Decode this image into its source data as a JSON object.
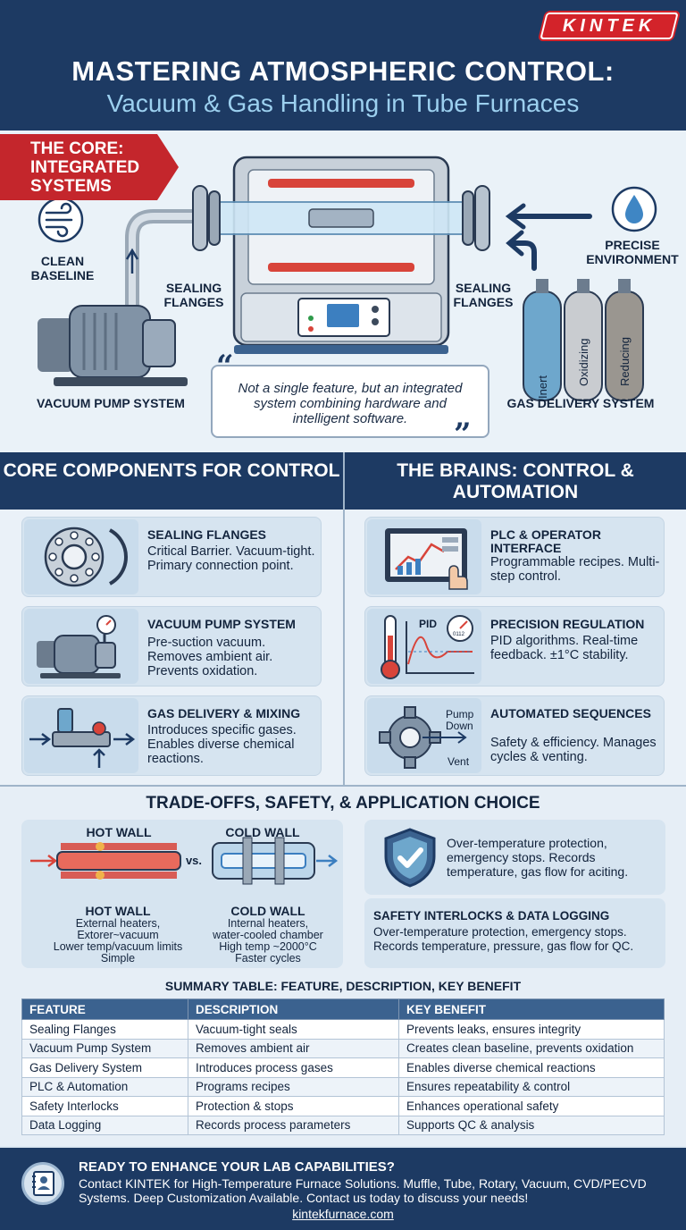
{
  "brand": {
    "logo_text": "KINTEK"
  },
  "header": {
    "title": "MASTERING ATMOSPHERIC CONTROL:",
    "subtitle": "Vacuum & Gas Handling in Tube Furnaces"
  },
  "hero": {
    "banner": "THE CORE: INTEGRATED SYSTEMS",
    "labels": {
      "clean_baseline": "CLEAN BASELINE",
      "precise_environment": "PRECISE ENVIRONMENT",
      "sealing_left": "SEALING FLANGES",
      "sealing_right": "SEALING FLANGES",
      "vacuum_pump": "VACUUM PUMP SYSTEM",
      "gas_delivery": "GAS DELIVERY SYSTEM"
    },
    "cylinders": [
      "Inert",
      "Oxidizing",
      "Reducing"
    ],
    "quote": "Not a single feature, but an integrated system combining hardware and intelligent software."
  },
  "sections": {
    "left_heading": "CORE COMPONENTS FOR CONTROL",
    "right_heading": "THE BRAINS: CONTROL & AUTOMATION"
  },
  "components": [
    {
      "title": "SEALING FLANGES",
      "desc": "Critical Barrier. Vacuum-tight. Primary connection point.",
      "icon": "flange-icon"
    },
    {
      "title": "VACUUM PUMP SYSTEM",
      "desc": "Pre-suction vacuum. Removes ambient air. Prevents oxidation.",
      "icon": "pump-icon"
    },
    {
      "title": "GAS DELIVERY & MIXING",
      "desc": "Introduces specific gases. Enables diverse chemical reactions.",
      "icon": "valve-icon"
    }
  ],
  "brains": [
    {
      "title": "PLC & OPERATOR INTERFACE",
      "desc": "Programmable recipes. Multi-step control.",
      "icon": "touchscreen-icon"
    },
    {
      "title": "PRECISION REGULATION",
      "desc": "PID algorithms. Real-time feedback. ±1°C stability.",
      "icon": "thermometer-icon",
      "icon_text": "PID",
      "gauge_text": "0112"
    },
    {
      "title": "AUTOMATED SEQUENCES",
      "desc": "Safety & efficiency. Manages cycles & venting.",
      "icon": "gear-icon",
      "icon_text_a": "Pump Down",
      "icon_text_b": "Vent"
    }
  ],
  "tradeoffs": {
    "title": "TRADE-OFFS, SAFETY, & APPLICATION CHOICE",
    "hot_label": "HOT WALL",
    "cold_label": "COLD WALL",
    "vs": "vs.",
    "hot_title": "HOT WALL",
    "hot_desc": [
      "External heaters,",
      "Extorer~vacuum",
      "Lower temp/vacuum limits",
      "Simple"
    ],
    "cold_title": "COLD WALL",
    "cold_desc": [
      "Internal heaters,",
      "water-cooled chamber",
      "High temp ~2000°C",
      "Faster cycles"
    ],
    "shield_text": "Over-temperature protection, emergency stops. Records temperature, gas flow for aciting.",
    "safety_title": "SAFETY INTERLOCKS & DATA LOGGING",
    "safety_desc": "Over-temperature protection, emergency stops. Records temperature, pressure, gas flow for QC."
  },
  "summary": {
    "title": "SUMMARY TABLE: FEATURE, DESCRIPTION, KEY BENEFIT",
    "headers": [
      "FEATURE",
      "DESCRIPTION",
      "KEY BENEFIT"
    ],
    "rows": [
      [
        "Sealing Flanges",
        "Vacuum-tight seals",
        "Prevents leaks, ensures integrity"
      ],
      [
        "Vacuum Pump System",
        "Removes ambient air",
        "Creates clean baseline, prevents oxidation"
      ],
      [
        "Gas Delivery System",
        "Introduces process gases",
        "Enables diverse chemical reactions"
      ],
      [
        "PLC & Automation",
        "Programs recipes",
        "Ensures repeatability & control"
      ],
      [
        "Safety Interlocks",
        "Protection & stops",
        "Enhances operational safety"
      ],
      [
        "Data Logging",
        "Records process parameters",
        "Supports QC & analysis"
      ]
    ]
  },
  "footer": {
    "title": "READY TO ENHANCE YOUR LAB CAPABILITIES?",
    "body": "Contact KINTEK for High-Temperature Furnace Solutions. Muffle, Tube, Rotary, Vacuum, CVD/PECVD Systems. Deep Customization Available. Contact us today to discuss your needs!",
    "url": "kintekfurnace.com"
  },
  "colors": {
    "navy": "#1d3a63",
    "red": "#c4262c",
    "light_blue": "#9cd0ef",
    "panel": "#d6e4f0"
  }
}
